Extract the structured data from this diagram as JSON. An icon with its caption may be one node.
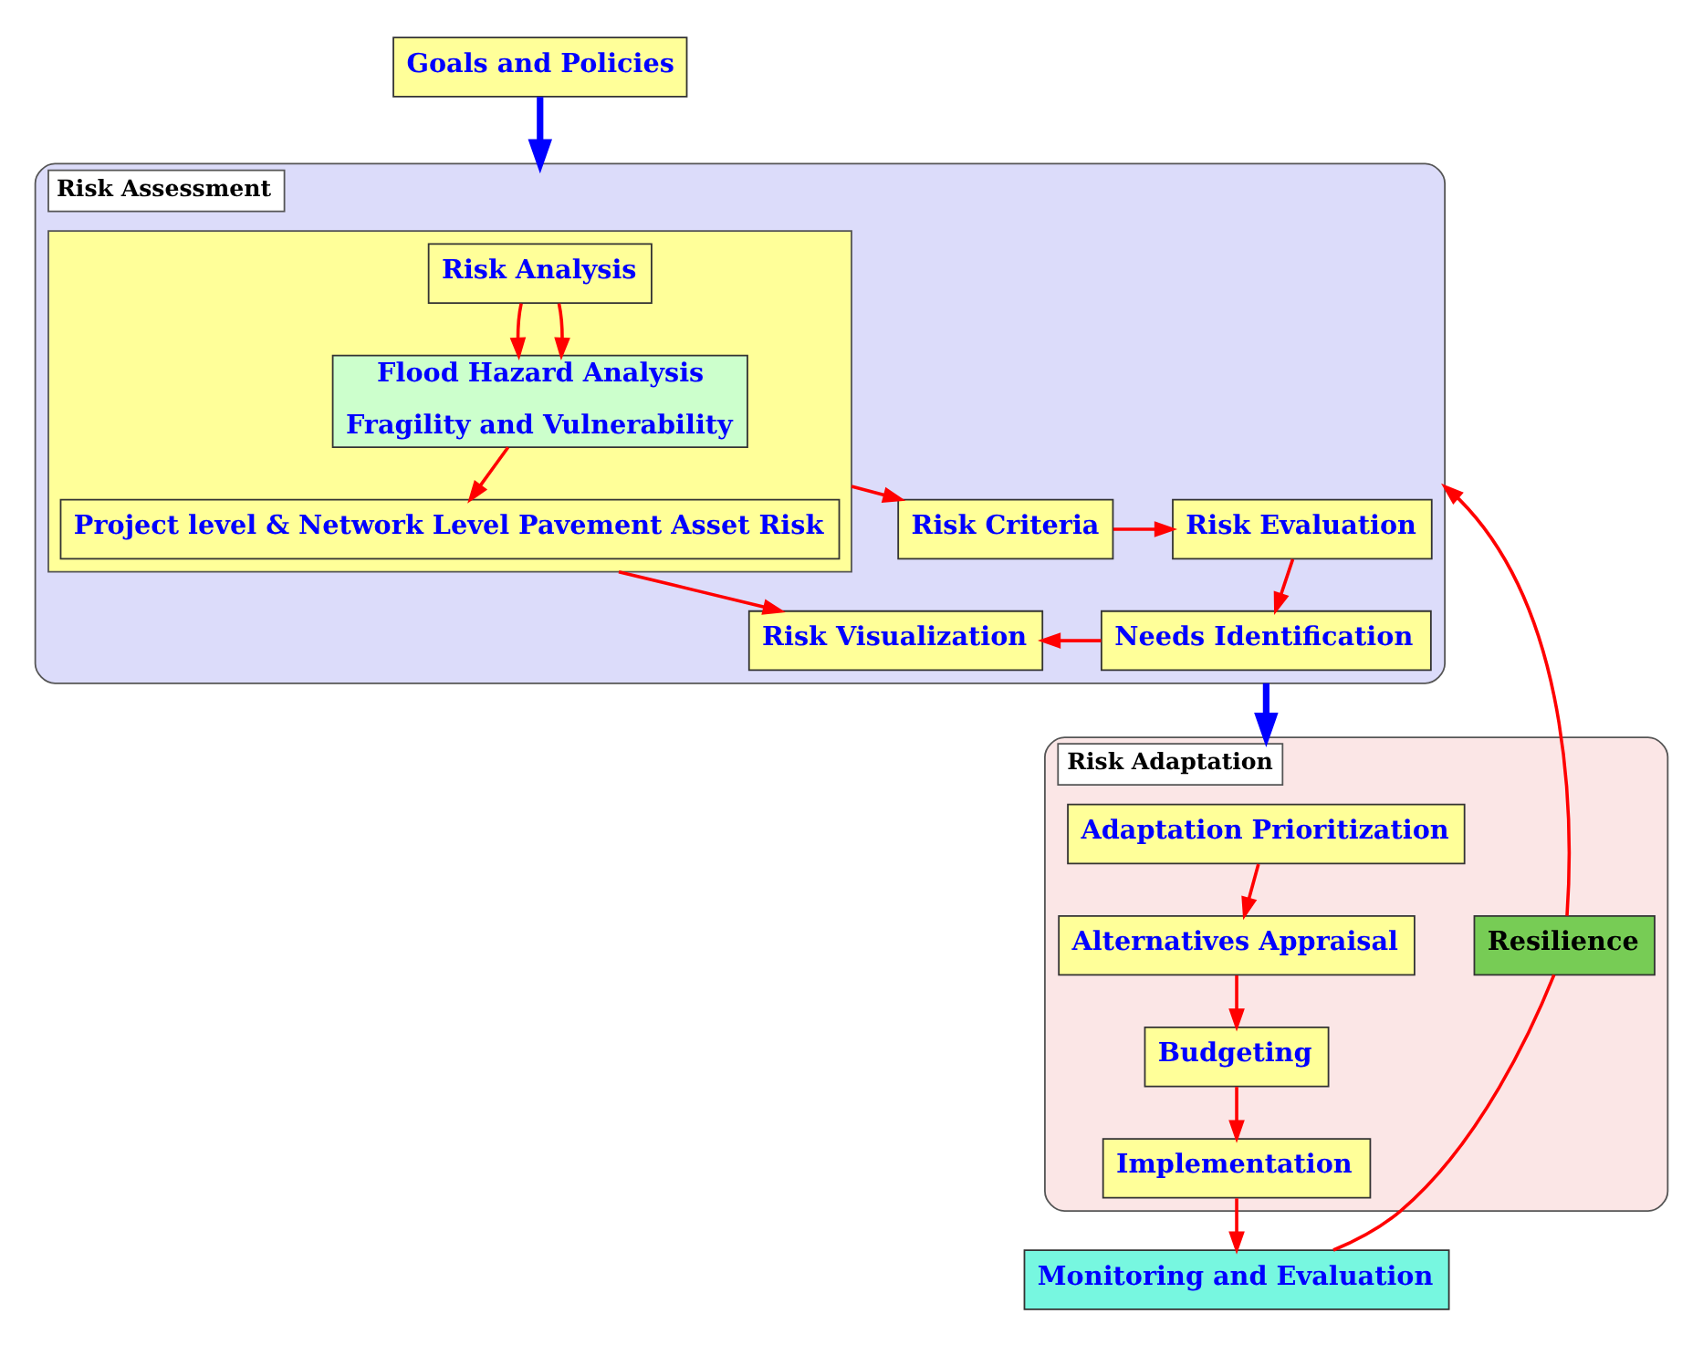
{
  "diagram": {
    "nodes": [
      {
        "text": [
          "Goals and Policies"
        ]
      },
      {
        "text": [
          "Risk Assessment"
        ]
      },
      {
        "text": [],
        "shape": "box",
        "in": 1
      },
      {
        "text": [
          "Risk Analysis"
        ],
        "in": 2
      },
      {
        "text": [
          "Flood Hazard Analysis",
          "Fragility and Vulnerability"
        ],
        "in": 2
      },
      {
        "text": [
          "Project level & Network Level Pavement Asset Risk"
        ],
        "in": 2
      },
      {
        "text": [
          "Risk Criteria"
        ],
        "in": 1
      },
      {
        "text": [
          "Risk Evaluation"
        ],
        "in": 1
      },
      {
        "text": [
          "Risk Visualization"
        ],
        "in": 1
      },
      {
        "text": [
          "Needs Identification"
        ],
        "in": 1
      },
      {
        "text": [
          "Risk Adaptation"
        ]
      },
      {
        "text": [
          "Adaptation Prioritization"
        ],
        "in": 10
      },
      {
        "text": [
          "Alternatives Appraisal"
        ],
        "in": 10
      },
      {
        "text": [
          "Budgeting"
        ],
        "in": 10
      },
      {
        "text": [
          "Implementation"
        ],
        "in": 10
      },
      {
        "text": [
          "Resilience"
        ],
        "in": 10
      },
      {
        "text": [
          "Monitoring and Evaluation"
        ]
      }
    ],
    "edges": [
      {
        "from": 0,
        "to": 1,
        "arrow": "to",
        "style": "thick",
        "color": "#0000ff"
      },
      {
        "from": 3,
        "to": 4,
        "arrow": "to"
      },
      {
        "from": 3,
        "to": 4,
        "arrow": "to"
      },
      {
        "from": 4,
        "to": 5,
        "arrow": "to"
      },
      {
        "from": 2,
        "to": 6,
        "arrow": "to"
      },
      {
        "from": 6,
        "to": 7,
        "arrow": "to"
      },
      {
        "from": 7,
        "to": 9,
        "arrow": "to"
      },
      {
        "from": 9,
        "to": 8,
        "arrow": "to"
      },
      {
        "from": 2,
        "to": 8,
        "arrow": "to"
      },
      {
        "from": 1,
        "to": 10,
        "arrow": "to",
        "style": "thick",
        "color": "#0000ff"
      },
      {
        "from": 11,
        "to": 12,
        "arrow": "to"
      },
      {
        "from": 12,
        "to": 13,
        "arrow": "to"
      },
      {
        "from": 13,
        "to": 14,
        "arrow": "to"
      },
      {
        "from": 14,
        "to": 16,
        "arrow": "to"
      },
      {
        "from": 16,
        "to": 15,
        "arrow": "none"
      },
      {
        "from": 15,
        "to": 1,
        "arrow": "to"
      }
    ]
  }
}
